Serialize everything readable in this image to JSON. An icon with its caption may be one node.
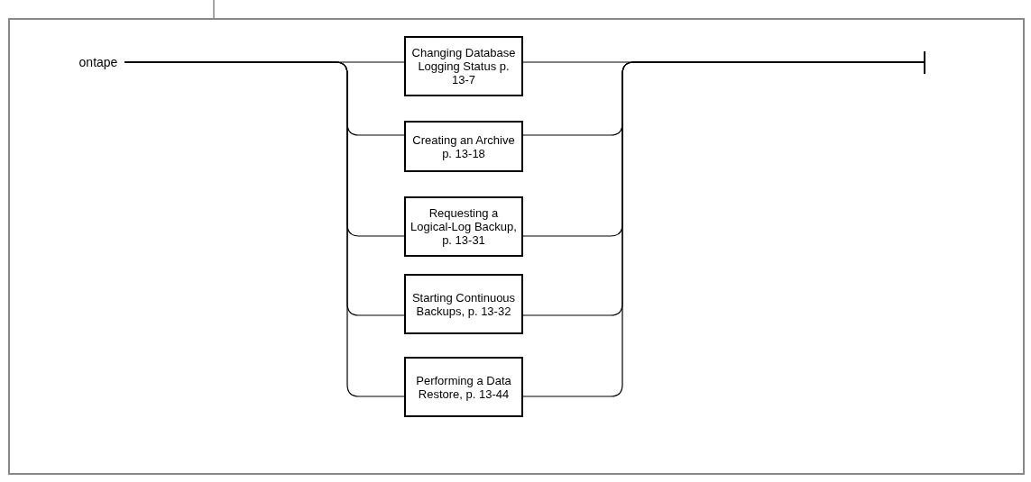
{
  "diagram": {
    "nodes": [
      {
        "text": [
          "ontape"
        ]
      },
      {
        "text": [
          "Changing Database Logging Status p. 13-7"
        ]
      },
      {
        "text": [
          "Creating an Archive p. 13-18"
        ]
      },
      {
        "text": [
          "Requesting a Logical-Log Backup, p. 13-31"
        ]
      },
      {
        "text": [
          "Starting Continuous Backups, p. 13-32"
        ]
      },
      {
        "text": [
          "Performing a Data Restore, p. 13-44"
        ]
      },
      {
        "text": [],
        "shape": "bar"
      }
    ],
    "edges": [
      {
        "from": 0,
        "to": 1,
        "arrow": "none"
      },
      {
        "from": 0,
        "to": 2,
        "arrow": "none"
      },
      {
        "from": 0,
        "to": 3,
        "arrow": "none"
      },
      {
        "from": 0,
        "to": 4,
        "arrow": "none"
      },
      {
        "from": 0,
        "to": 5,
        "arrow": "none"
      },
      {
        "from": 1,
        "to": 6,
        "arrow": "none"
      },
      {
        "from": 2,
        "to": 6,
        "arrow": "none"
      },
      {
        "from": 3,
        "to": 6,
        "arrow": "none"
      },
      {
        "from": 4,
        "to": 6,
        "arrow": "none"
      },
      {
        "from": 5,
        "to": 6,
        "arrow": "none"
      }
    ]
  }
}
